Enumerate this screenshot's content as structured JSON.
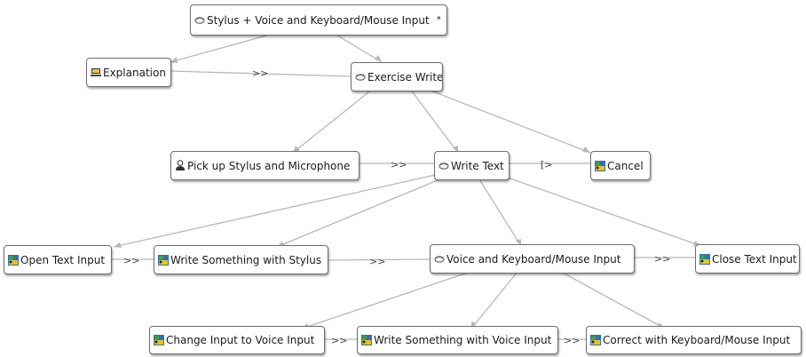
{
  "nodes": {
    "root": {
      "label": "Stylus + Voice and Keyboard/Mouse Input",
      "marker": "*",
      "icon": "abstract-task-icon"
    },
    "explanation": {
      "label": "Explanation",
      "icon": "system-task-icon"
    },
    "exercise_write": {
      "label": "Exercise Write",
      "icon": "abstract-task-icon"
    },
    "pickup": {
      "label": "Pick up Stylus and Microphone",
      "icon": "user-task-icon"
    },
    "write_text": {
      "label": "Write Text",
      "icon": "abstract-task-icon"
    },
    "cancel": {
      "label": "Cancel",
      "icon": "interaction-task-icon"
    },
    "open_text_input": {
      "label": "Open Text Input",
      "icon": "interaction-task-icon"
    },
    "write_stylus": {
      "label": "Write Something with Stylus",
      "icon": "interaction-task-icon"
    },
    "voice_keyboard": {
      "label": "Voice and Keyboard/Mouse Input",
      "icon": "abstract-task-icon"
    },
    "close_text_input": {
      "label": "Close Text Input",
      "icon": "interaction-task-icon"
    },
    "change_voice": {
      "label": "Change Input to Voice Input",
      "icon": "interaction-task-icon"
    },
    "write_voice": {
      "label": "Write Something with Voice Input",
      "icon": "interaction-task-icon"
    },
    "correct_keyboard": {
      "label": "Correct with Keyboard/Mouse Input",
      "icon": "interaction-task-icon"
    }
  },
  "operators": {
    "op_expl_exercise": ">>",
    "op_pickup_write": ">>",
    "op_write_cancel": "[>",
    "op_open_stylus": ">>",
    "op_stylus_voice": ">>",
    "op_voice_close": ">>",
    "op_change_write": ">>",
    "op_write_correct": ">>"
  },
  "colors": {
    "edge": "#b8b8b8",
    "border": "#6e6e6e"
  }
}
